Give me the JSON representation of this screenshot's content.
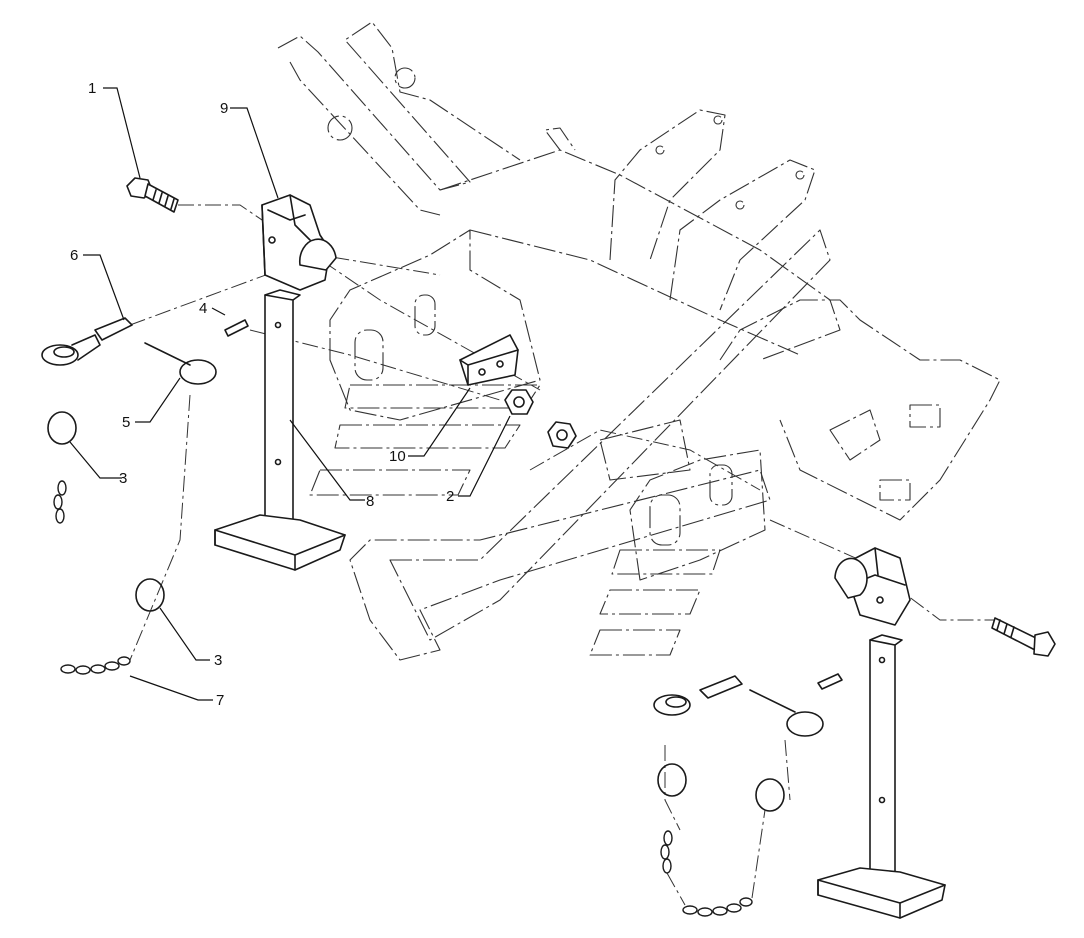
{
  "labels": {
    "p1": "1",
    "p2": "2",
    "p3a": "3",
    "p3b": "3",
    "p4": "4",
    "p5": "5",
    "p6": "6",
    "p7": "7",
    "p8": "8",
    "p9": "9",
    "p10": "10"
  }
}
